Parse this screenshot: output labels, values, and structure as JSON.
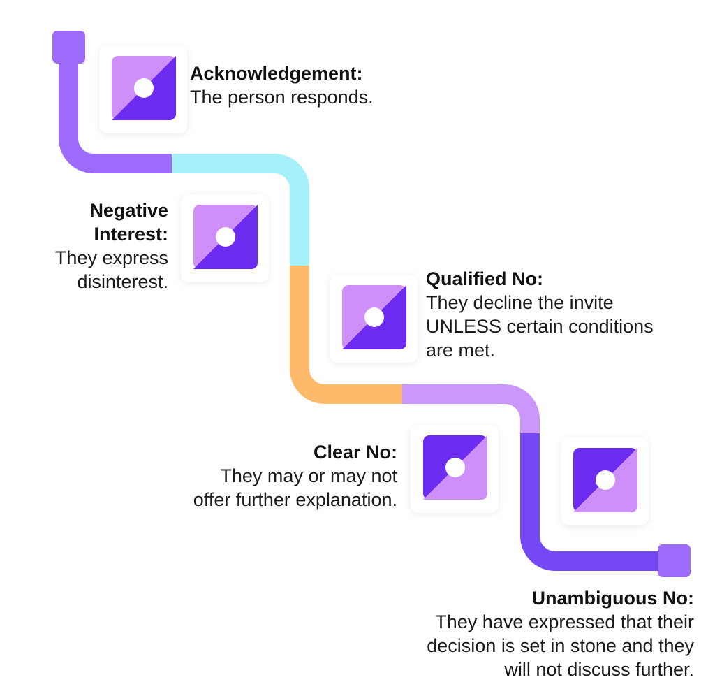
{
  "colors": {
    "purple": "#9D6BFB",
    "cyan": "#A6F0FA",
    "orange": "#FDBA6A",
    "lavender": "#CB97FA",
    "violet": "#7448F5",
    "icon_light": "#CE8FF9",
    "icon_dark": "#6B2CF0",
    "card_bg": "#FFFFFF"
  },
  "steps": [
    {
      "title": "Acknowledgement:",
      "lines": [
        "The person responds."
      ],
      "icon": "circle-in-diamond-icon"
    },
    {
      "title_lines": [
        "Negative",
        "Interest:"
      ],
      "lines": [
        "They express",
        "disinterest."
      ],
      "icon": "circle-in-diamond-icon"
    },
    {
      "title": "Qualified No:",
      "lines": [
        "They decline the invite",
        "UNLESS certain conditions",
        "are met."
      ],
      "icon": "circle-in-diamond-icon"
    },
    {
      "title": "Clear No:",
      "lines": [
        "They may or may not",
        "offer further explanation."
      ],
      "icon": "circle-in-diamond-icon"
    },
    {
      "title": "Unambiguous No:",
      "lines": [
        "They have expressed that their",
        "decision is set in stone and they",
        "will not discuss further."
      ],
      "icon": "circle-in-diamond-icon"
    }
  ]
}
